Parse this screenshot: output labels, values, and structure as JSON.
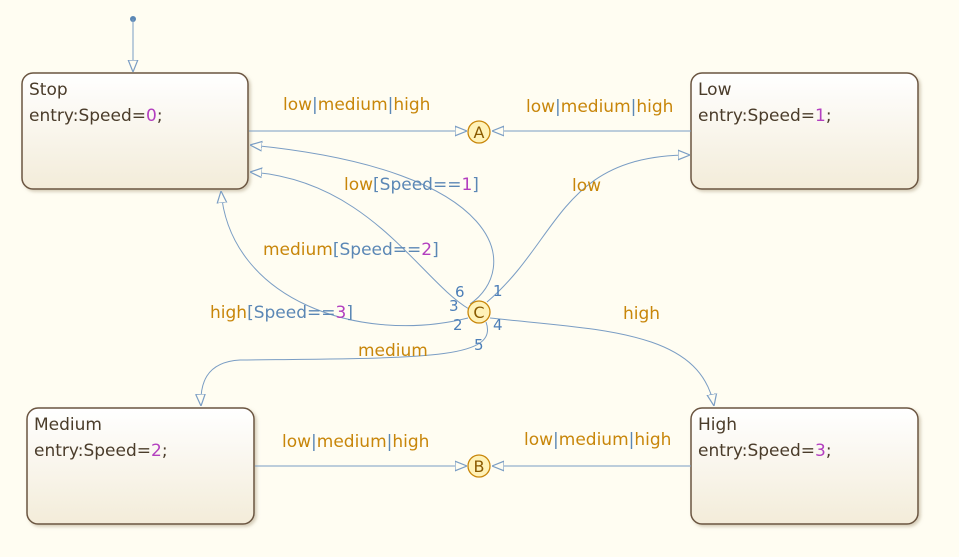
{
  "colors": {
    "background": "#fffdf2",
    "state_border": "#6b5440",
    "state_text": "#4a3c2a",
    "transition_line": "#7a9dc4",
    "event_text": "#c8860a",
    "condition_text": "#5b87b5",
    "number_text": "#b33fbf",
    "junction_fill": "#fff2b8",
    "junction_border": "#c8860a"
  },
  "states": {
    "stop": {
      "name": "Stop",
      "entry_prefix": "entry:Speed=",
      "value": "0",
      "suffix": ";"
    },
    "low": {
      "name": "Low",
      "entry_prefix": "entry:Speed=",
      "value": "1",
      "suffix": ";"
    },
    "medium": {
      "name": "Medium",
      "entry_prefix": "entry:Speed=",
      "value": "2",
      "suffix": ";"
    },
    "high": {
      "name": "High",
      "entry_prefix": "entry:Speed=",
      "value": "3",
      "suffix": ";"
    }
  },
  "junctions": {
    "a": "A",
    "b": "B",
    "c": "C"
  },
  "transitions": {
    "stop_to_a": {
      "e1": "low",
      "sep1": "|",
      "e2": "medium",
      "sep2": "|",
      "e3": "high"
    },
    "low_to_a": {
      "e1": "low",
      "sep1": "|",
      "e2": "medium",
      "sep2": "|",
      "e3": "high"
    },
    "medium_to_b": {
      "e1": "low",
      "sep1": "|",
      "e2": "medium",
      "sep2": "|",
      "e3": "high"
    },
    "high_to_b": {
      "e1": "low",
      "sep1": "|",
      "e2": "medium",
      "sep2": "|",
      "e3": "high"
    },
    "c_to_stop_low": {
      "event": "low",
      "cond_open": "[Speed==",
      "value": "1",
      "cond_close": "]"
    },
    "c_to_stop_medium": {
      "event": "medium",
      "cond_open": "[Speed==",
      "value": "2",
      "cond_close": "]"
    },
    "c_to_stop_high": {
      "event": "high",
      "cond_open": "[Speed==",
      "value": "3",
      "cond_close": "]"
    },
    "c_to_low": {
      "event": "low"
    },
    "c_to_medium": {
      "event": "medium"
    },
    "c_to_high": {
      "event": "high"
    }
  },
  "ports": [
    "1",
    "2",
    "3",
    "4",
    "5",
    "6"
  ]
}
